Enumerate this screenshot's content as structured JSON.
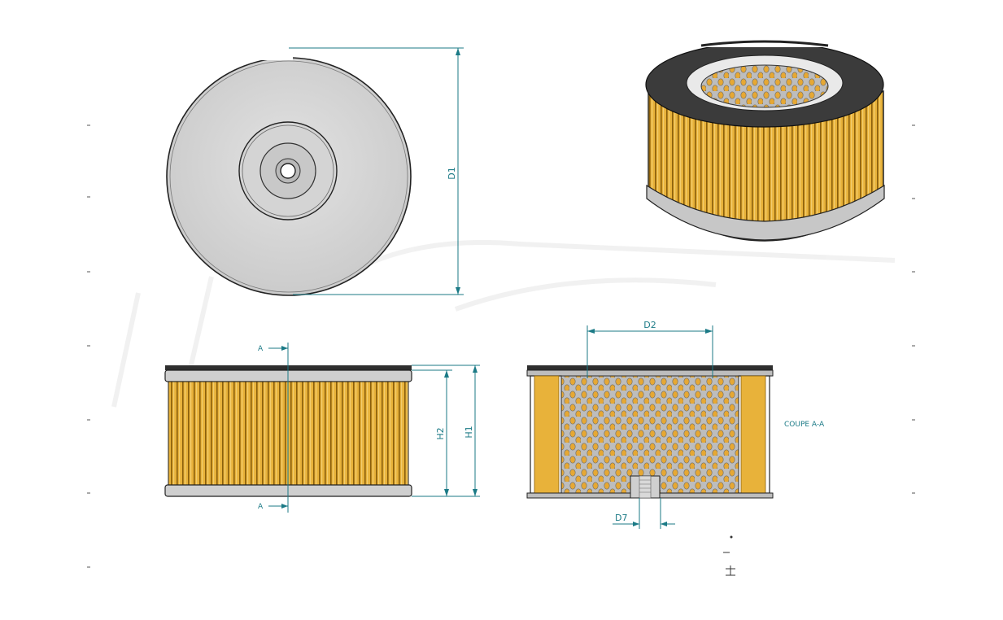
{
  "dimensions": {
    "d1": "D1",
    "d2": "D2",
    "d7": "D7",
    "h1": "H1",
    "h2": "H2"
  },
  "section": {
    "marker_top": "A",
    "marker_bottom": "A",
    "caption": "COUPE A-A"
  },
  "colors": {
    "dimension": "#1b7a86",
    "filter_paper": "#e8b23a",
    "filter_paper_dark": "#a97a16",
    "rubber": "#3a3a3a",
    "metal": "#cfcfcf",
    "disc": "#d9d9d9"
  }
}
